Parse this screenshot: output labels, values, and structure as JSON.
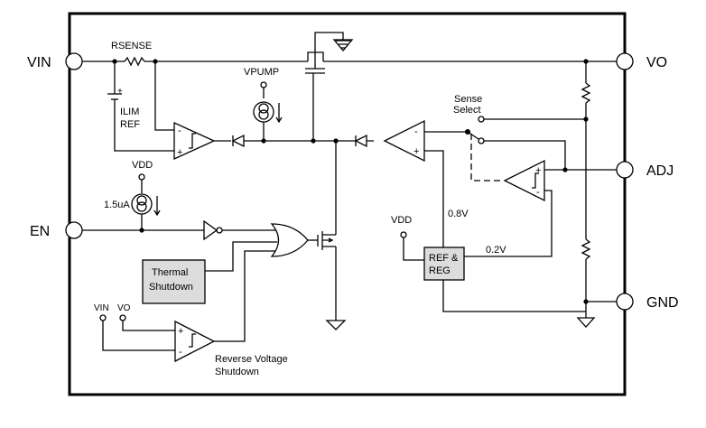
{
  "pins": {
    "vin": "VIN",
    "vo": "VO",
    "adj": "ADJ",
    "en": "EN",
    "gnd": "GND"
  },
  "labels": {
    "rsense": "RSENSE",
    "ilim": "ILIM",
    "ref": "REF",
    "vpump": "VPUMP",
    "vdd_top": "VDD",
    "current_1_5ua": "1.5uA",
    "sense_line1": "Sense",
    "sense_line2": "Select",
    "vdd_ref": "VDD",
    "v_0_8": "0.8V",
    "v_0_2": "0.2V",
    "ref_reg_line1": "REF &",
    "ref_reg_line2": "REG",
    "thermal_line1": "Thermal",
    "thermal_line2": "Shutdown",
    "vin_small": "VIN",
    "vo_small": "VO",
    "reverse_line1": "Reverse Voltage",
    "reverse_line2": "Shutdown"
  },
  "symbols": {
    "minus": "-",
    "plus": "+"
  },
  "colors": {
    "line": "#000000",
    "block_fill": "#dcdcdc",
    "background": "#ffffff"
  }
}
